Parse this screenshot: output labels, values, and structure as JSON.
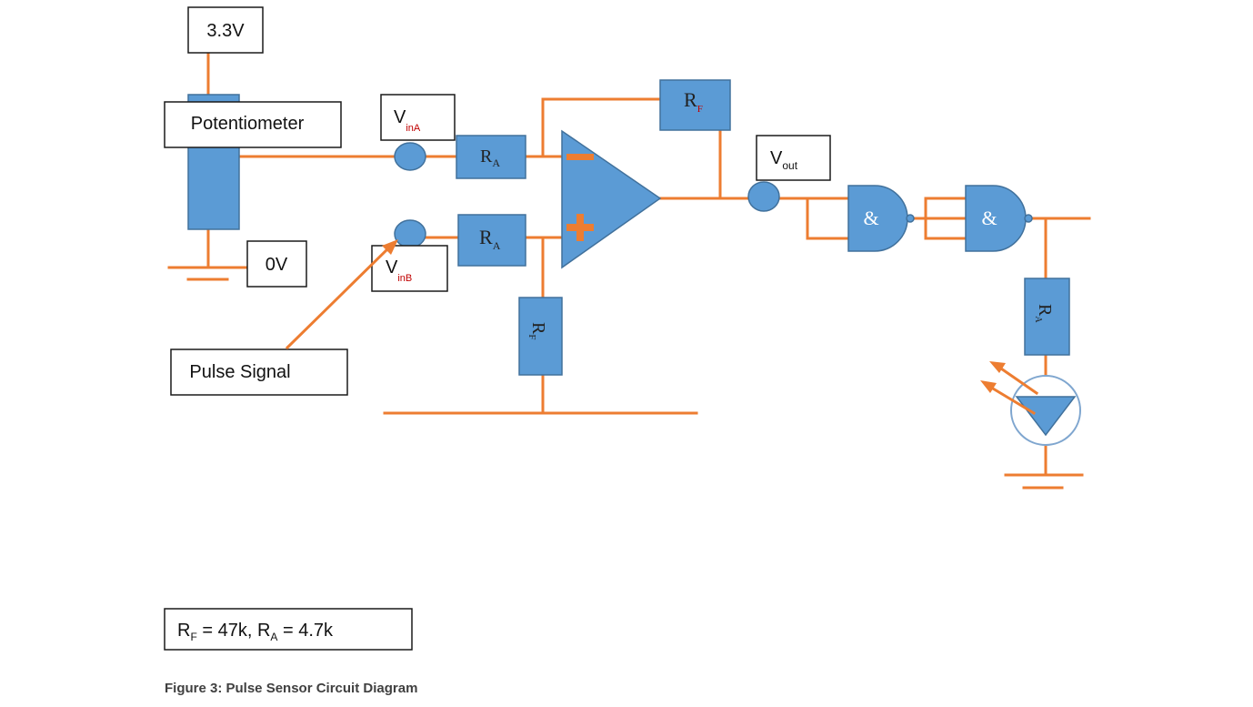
{
  "labels": {
    "supply": "3.3V",
    "ground": "0V",
    "potentiometer": "Potentiometer",
    "pulse_signal": "Pulse Signal",
    "vin_a": {
      "main": "V",
      "sub": "inA"
    },
    "vin_b": {
      "main": "V",
      "sub": "inB"
    },
    "vout": {
      "main": "V",
      "sub": "out"
    },
    "ra_top": {
      "main": "R",
      "sub": "A"
    },
    "ra_bottom": {
      "main": "R",
      "sub": "A"
    },
    "rf_feedback": {
      "main": "R",
      "sub": "F"
    },
    "rf_ground": {
      "main": "R",
      "sub": "F"
    },
    "r_led": {
      "main": "R",
      "sub": "A"
    },
    "gate1": "&",
    "gate2": "&",
    "opamp_minus": "−",
    "opamp_plus": "+"
  },
  "values": {
    "rf_label": "R",
    "rf_sub": "F",
    "rf_value": " = 47k, ",
    "ra_label": "R",
    "ra_sub": "A",
    "ra_value": " = 4.7k"
  },
  "caption": "Figure 3: Pulse Sensor Circuit Diagram",
  "colors": {
    "wire": "#ed7d31",
    "component": "#5b9bd5",
    "outline": "#41719c"
  }
}
